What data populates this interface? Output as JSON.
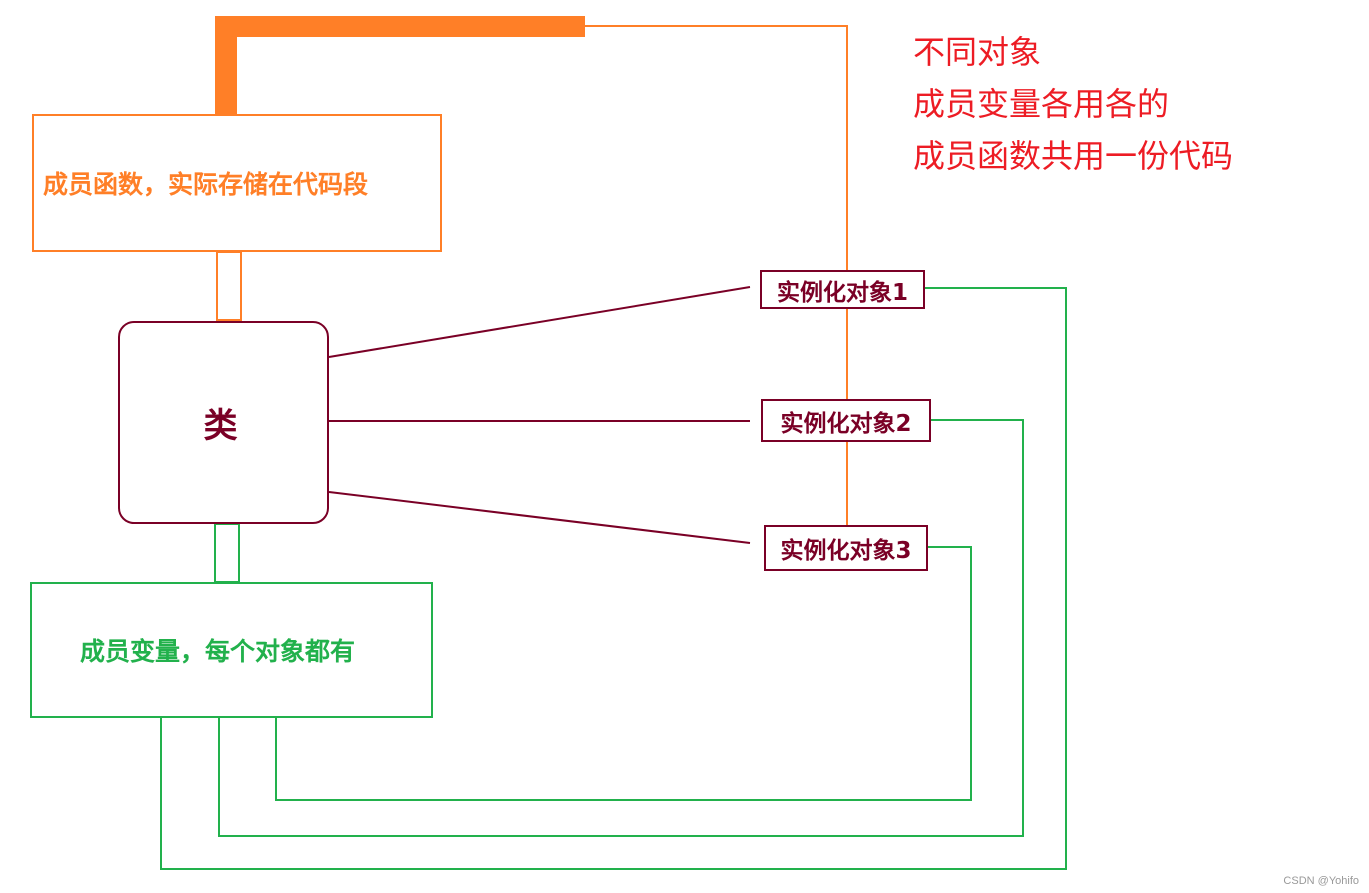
{
  "colors": {
    "orange": "#ff7f27",
    "green": "#22b14c",
    "maroon": "#7a0026",
    "red": "#ed1c24"
  },
  "diagram": {
    "class_node": {
      "label": "类"
    },
    "member_functions_node": {
      "label": "成员函数，实际存储在代码段"
    },
    "member_variables_node": {
      "label": "成员变量，每个对象都有"
    },
    "instances": [
      {
        "label": "实例化对象1"
      },
      {
        "label": "实例化对象2"
      },
      {
        "label": "实例化对象3"
      }
    ],
    "note_lines": [
      "不同对象",
      "成员变量各用各的",
      "成员函数共用一份代码"
    ],
    "edges": [
      {
        "from": "class_node",
        "to": "instances.0",
        "color": "maroon"
      },
      {
        "from": "class_node",
        "to": "instances.1",
        "color": "maroon"
      },
      {
        "from": "class_node",
        "to": "instances.2",
        "color": "maroon"
      },
      {
        "from": "class_node",
        "to": "member_functions_node",
        "color": "orange"
      },
      {
        "from": "class_node",
        "to": "member_variables_node",
        "color": "green"
      },
      {
        "from": "member_functions_node",
        "to": "instances.0",
        "color": "orange"
      },
      {
        "from": "member_functions_node",
        "to": "instances.1",
        "color": "orange"
      },
      {
        "from": "member_functions_node",
        "to": "instances.2",
        "color": "orange"
      },
      {
        "from": "member_variables_node",
        "to": "instances.0",
        "color": "green"
      },
      {
        "from": "member_variables_node",
        "to": "instances.1",
        "color": "green"
      },
      {
        "from": "member_variables_node",
        "to": "instances.2",
        "color": "green"
      }
    ]
  },
  "watermark": "CSDN @Yohifo"
}
